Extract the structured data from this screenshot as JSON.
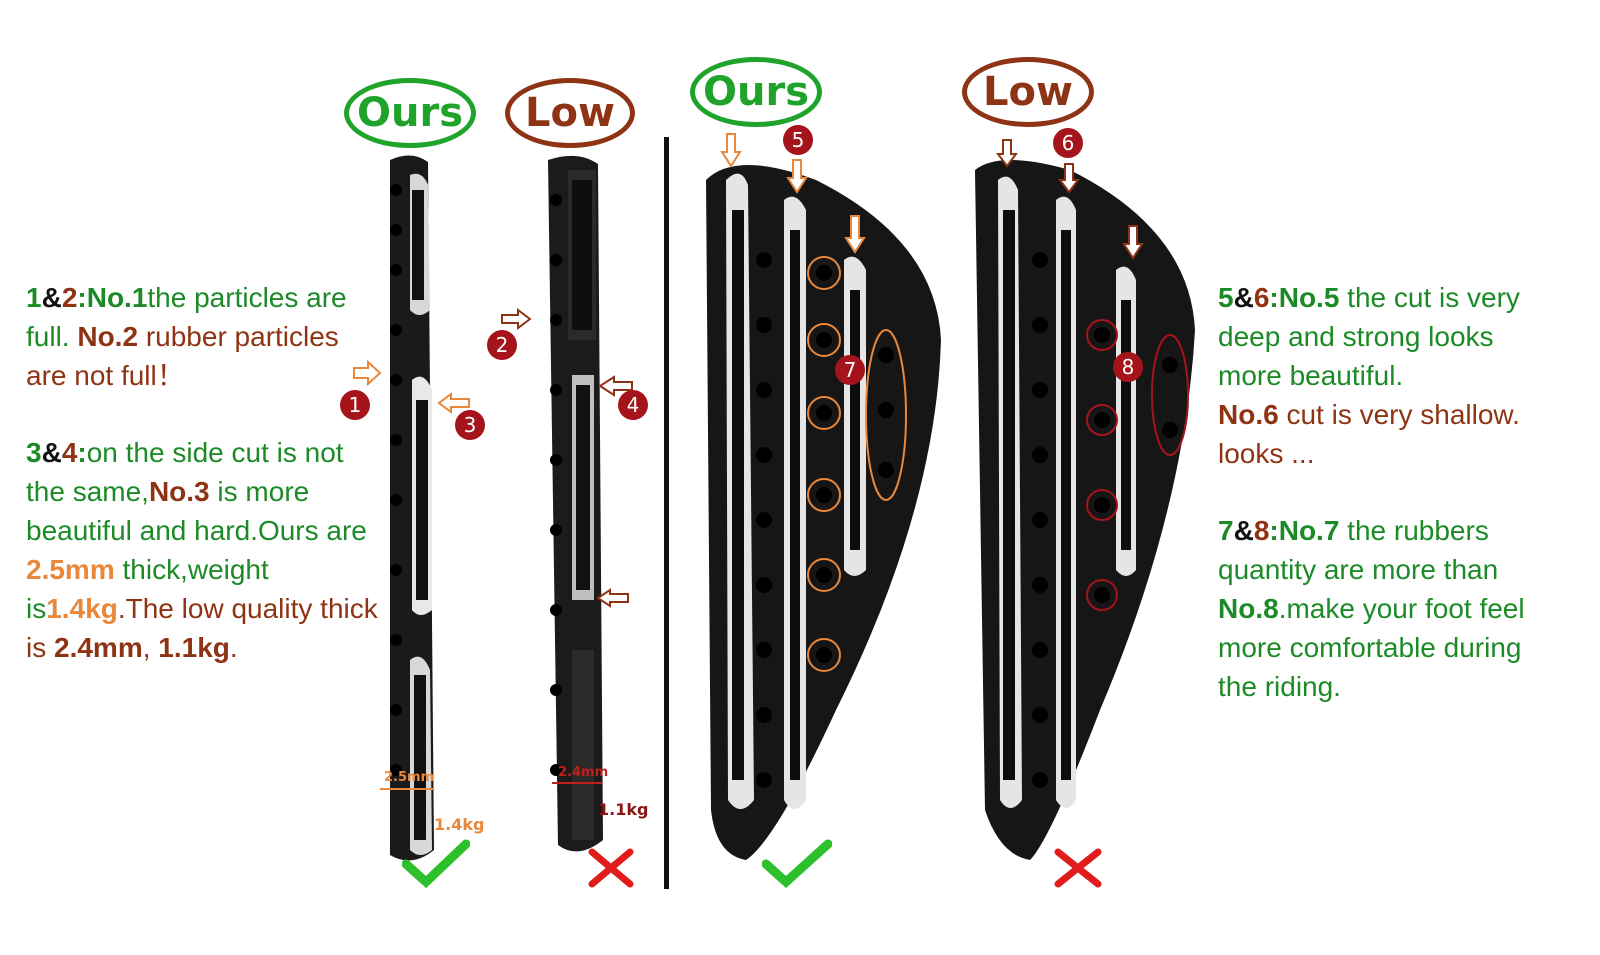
{
  "labels": {
    "ours_left": "Ours",
    "low_left": "Low",
    "ours_right": "Ours",
    "low_right": "Low"
  },
  "badges": [
    "1",
    "2",
    "3",
    "4",
    "5",
    "6",
    "7",
    "8"
  ],
  "measure": {
    "ours_thickness": "2.5mm",
    "ours_weight": "1.4kg",
    "low_thickness": "2.4mm",
    "low_weight": "1.1kg"
  },
  "left_text": {
    "p1": {
      "n1": "1",
      "amp": "&",
      "n2": "2",
      "colon": ":",
      "no1": "No.1",
      "t1": "the particles are full. ",
      "no2": "No.2",
      "t2": " rubber particles are not full！"
    },
    "p2": {
      "n3": "3",
      "amp": "&",
      "n4": "4",
      "colon": ":",
      "t1": "on the side cut is not the same,",
      "no3": "No.3",
      "t2": " is more beautiful and hard.Ours are ",
      "v1": "2.5mm",
      "t3": " thick,weight is",
      "v2": "1.4kg",
      "t4": ".The low quality thick is ",
      "v3": "2.4mm",
      "t5": ", ",
      "v4": "1.1kg",
      "t6": "."
    }
  },
  "right_text": {
    "p1": {
      "n5": "5",
      "amp": "&",
      "n6": "6",
      "colon": ":",
      "no5": "No.5",
      "t1": " the cut is very deep and strong looks more beautiful.",
      "no6": "No.6",
      "t2": " cut is very shallow. looks ..."
    },
    "p2": {
      "n7": "7",
      "amp": "&",
      "n8": "8",
      "colon": ":",
      "no7": "No.7",
      "t1": " the rubbers quantity are more than ",
      "no8": "No.8",
      "t2": ".make your foot feel more comfortable during the riding."
    }
  },
  "colors": {
    "green": "#1c8b27",
    "brown": "#8e3414",
    "orange": "#e9873a",
    "badge": "#a5141a",
    "check": "#2cc12c",
    "cross": "#e01c1c"
  }
}
